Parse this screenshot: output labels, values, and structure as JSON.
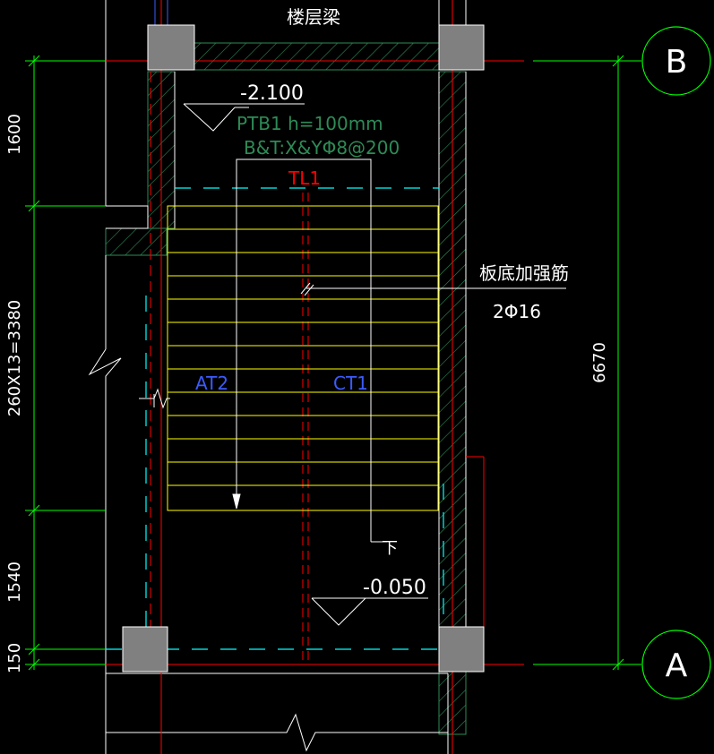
{
  "title_top": "楼层梁",
  "axes": [
    {
      "id": "axis-b",
      "label": "B"
    },
    {
      "id": "axis-a",
      "label": "A"
    }
  ],
  "left_dims": [
    "1600",
    "260X13=3380",
    "1540",
    "150"
  ],
  "right_dim": "6670",
  "level_top": "-2.100",
  "slab_spec": "PTB1  h=100mm",
  "rebar_spec": "B&T:X&YΦ8@200",
  "beam_label": "TL1",
  "flight_left": "AT2",
  "flight_right": "CT1",
  "note_label": "板底加强筋",
  "note_value": "2Φ16",
  "down_label": "下",
  "level_bottom": "-0.050",
  "colors": {
    "white": "#ffffff",
    "green": "#00ff00",
    "yellow": "#ffff00",
    "red": "#ff0000",
    "cyan": "#00ffff",
    "blue": "#3b5bff",
    "darkgreen": "#2e8b57",
    "gray": "#808080"
  }
}
